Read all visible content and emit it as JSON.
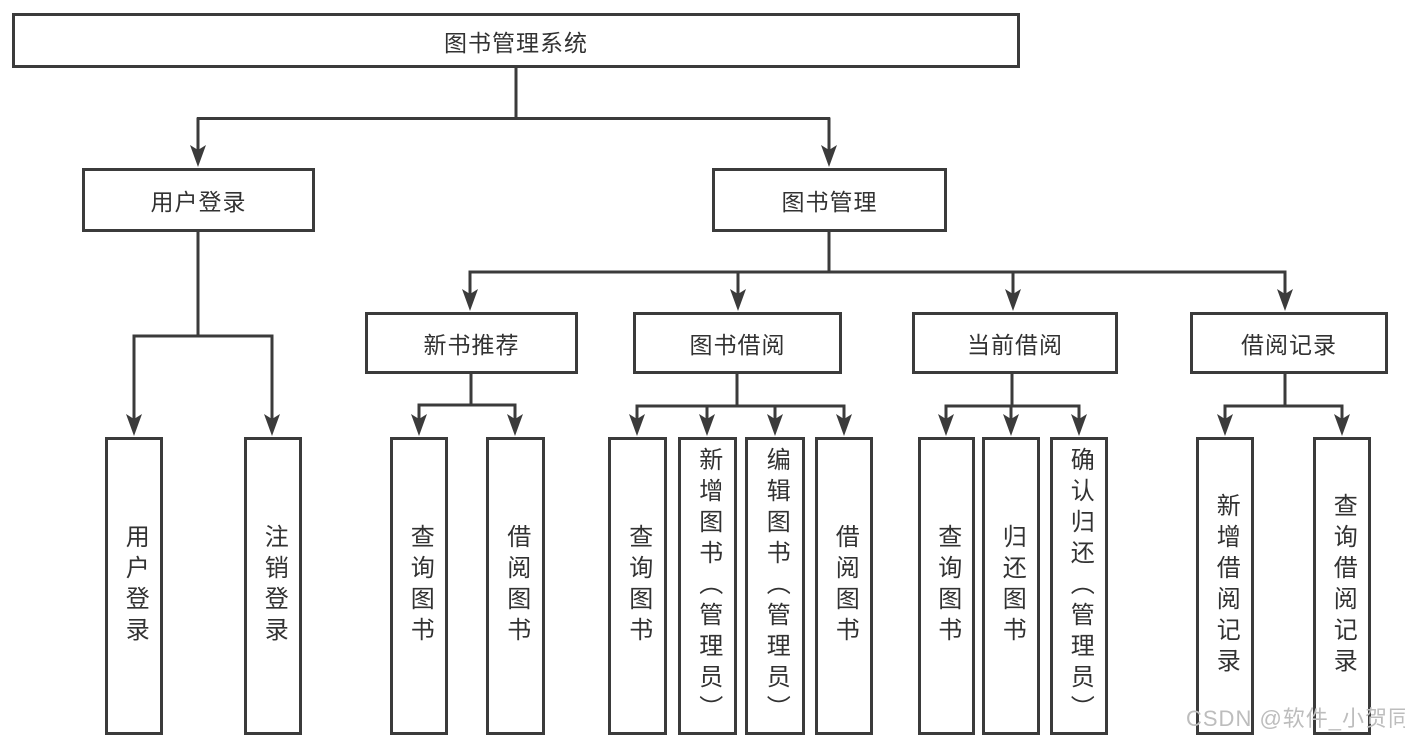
{
  "diagram": {
    "type": "tree",
    "title": "图书管理系统",
    "watermark": "CSDN @软件_小贺同学",
    "colors": {
      "background": "#ffffff",
      "box_fill": "#ffffff",
      "box_border": "#3b3b3b",
      "line": "#3b3b3b",
      "text": "#323232",
      "watermark": "#bdbdbd"
    }
  },
  "nodes": {
    "root": {
      "label": "图书管理系统"
    },
    "user_login": {
      "label": "用户登录"
    },
    "book_mgmt": {
      "label": "图书管理"
    },
    "new_book_rec": {
      "label": "新书推荐"
    },
    "book_borrow": {
      "label": "图书借阅"
    },
    "current_borrow": {
      "label": "当前借阅"
    },
    "borrow_record": {
      "label": "借阅记录"
    },
    "leaf_user_login": {
      "label": "用户登录"
    },
    "leaf_logout": {
      "label": "注销登录"
    },
    "rec_query_book": {
      "label": "查询图书"
    },
    "rec_borrow_book": {
      "label": "借阅图书"
    },
    "bb_query_book": {
      "label": "查询图书"
    },
    "bb_add_book": {
      "label": "新增图书（管理员）"
    },
    "bb_edit_book": {
      "label": "编辑图书（管理员）"
    },
    "bb_borrow_book": {
      "label": "借阅图书"
    },
    "cb_query_book": {
      "label": "查询图书"
    },
    "cb_return_book": {
      "label": "归还图书"
    },
    "cb_confirm_return": {
      "label": "确认归还（管理员）"
    },
    "br_add_record": {
      "label": "新增借阅记录"
    },
    "br_query_record": {
      "label": "查询借阅记录"
    }
  },
  "edges": [
    {
      "from": "root",
      "to": "user_login"
    },
    {
      "from": "root",
      "to": "book_mgmt"
    },
    {
      "from": "user_login",
      "to": "leaf_user_login"
    },
    {
      "from": "user_login",
      "to": "leaf_logout"
    },
    {
      "from": "book_mgmt",
      "to": "new_book_rec"
    },
    {
      "from": "book_mgmt",
      "to": "book_borrow"
    },
    {
      "from": "book_mgmt",
      "to": "current_borrow"
    },
    {
      "from": "book_mgmt",
      "to": "borrow_record"
    },
    {
      "from": "new_book_rec",
      "to": "rec_query_book"
    },
    {
      "from": "new_book_rec",
      "to": "rec_borrow_book"
    },
    {
      "from": "book_borrow",
      "to": "bb_query_book"
    },
    {
      "from": "book_borrow",
      "to": "bb_add_book"
    },
    {
      "from": "book_borrow",
      "to": "bb_edit_book"
    },
    {
      "from": "book_borrow",
      "to": "bb_borrow_book"
    },
    {
      "from": "current_borrow",
      "to": "cb_query_book"
    },
    {
      "from": "current_borrow",
      "to": "cb_return_book"
    },
    {
      "from": "current_borrow",
      "to": "cb_confirm_return"
    },
    {
      "from": "borrow_record",
      "to": "br_add_record"
    },
    {
      "from": "borrow_record",
      "to": "br_query_record"
    }
  ]
}
